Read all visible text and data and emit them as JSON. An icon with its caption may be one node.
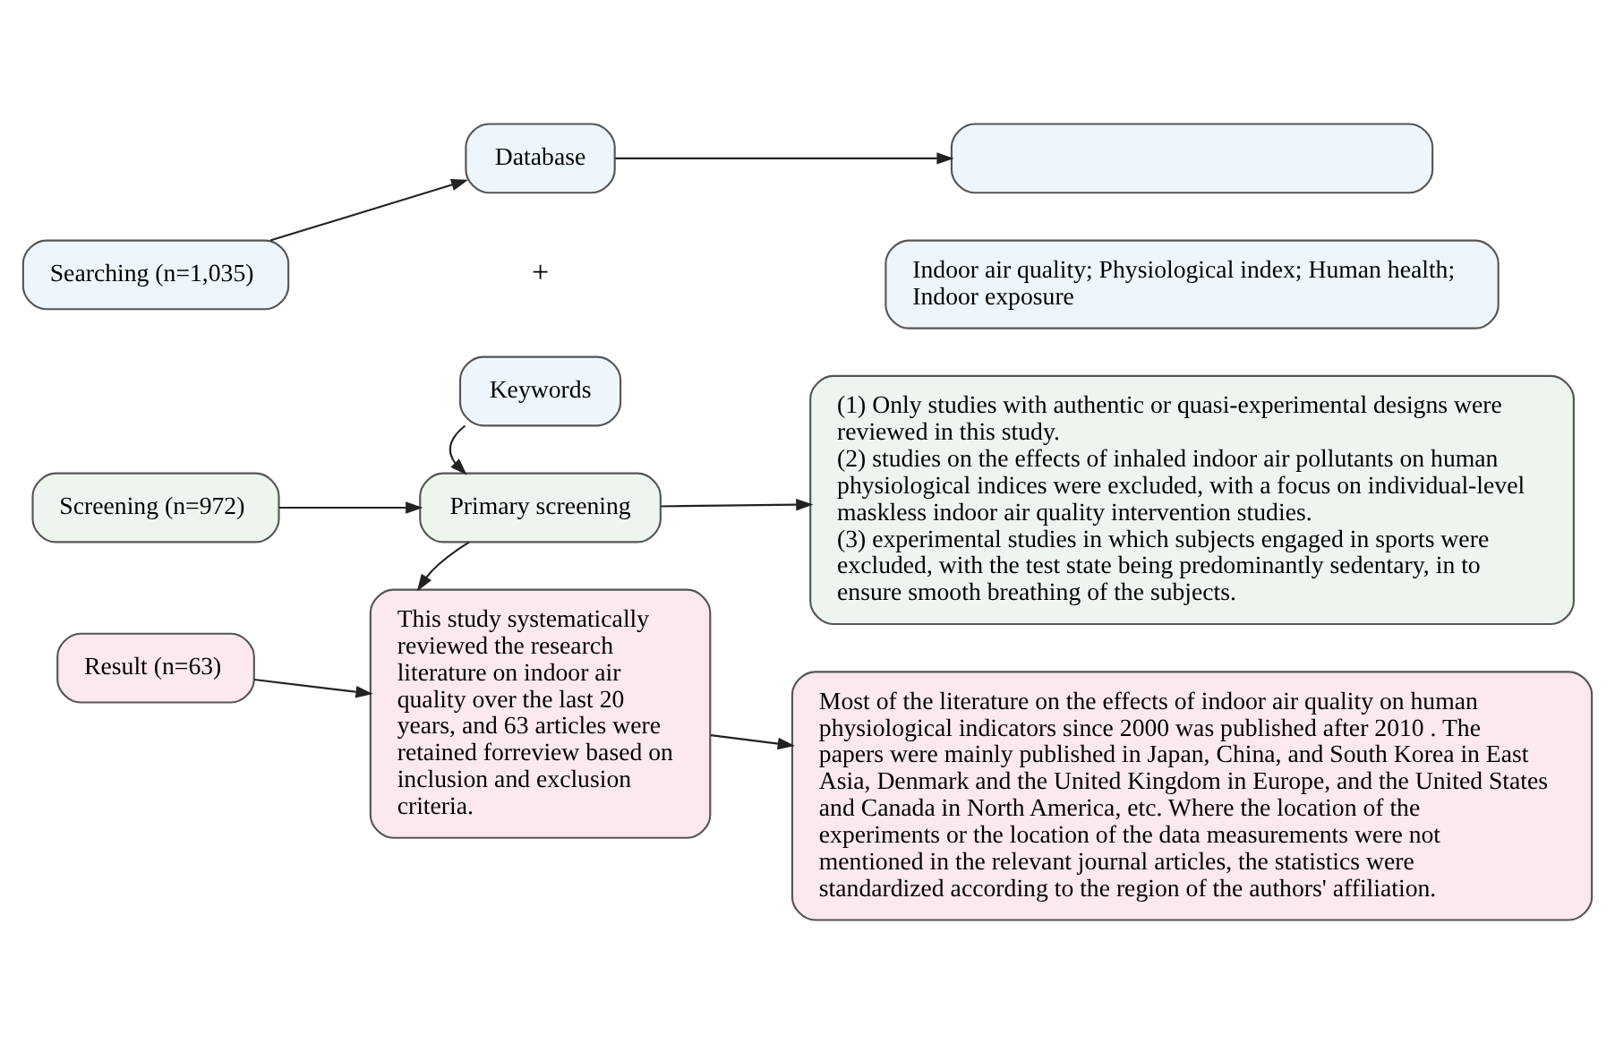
{
  "diagram": {
    "nodes": [
      {
        "text": [
          "Searching (n=1,035)"
        ]
      },
      {
        "text": [
          "Database"
        ]
      },
      {
        "text": [
          "Keywords"
        ]
      },
      {
        "text": [],
        "shape": "box"
      },
      {
        "text": [
          "Indoor air quality; Physiological index; Human health; Indoor exposure"
        ]
      },
      {
        "text": [
          "Screening (n=972)"
        ]
      },
      {
        "text": [
          "Primary screening"
        ]
      },
      {
        "text": [
          "(1) Only studies with authentic or quasi-experimental designs were reviewed in this study.",
          "(2) studies on the effects of inhaled indoor air pollutants on human physiological indices were excluded, with a focus on individual-level maskless indoor air quality intervention studies.",
          "(3) experimental studies in which subjects engaged in sports were excluded, with the test state being predominantly sedentary, in to ensure smooth breathing of the subjects."
        ]
      },
      {
        "text": [
          "Result (n=63)"
        ]
      },
      {
        "text": [
          "This study systematically reviewed the research literature on indoor air quality over the last 20 years, and 63 articles were retained forreview based on inclusion and exclusion criteria."
        ]
      },
      {
        "text": [
          "Most of the literature on the effects of indoor air quality on human physiological indicators since 2000 was published after 2010 . The papers were mainly published in Japan, China, and South Korea in East Asia, Denmark and the United Kingdom in Europe, and the United States and Canada in North America, etc. Where the location of the experiments or the location of the data measurements were not mentioned in the relevant journal articles, the statistics were standardized according to the region of the authors' affiliation."
        ]
      }
    ],
    "edges": [
      {
        "from": 0,
        "to": 1,
        "arrow": "to"
      },
      {
        "from": 1,
        "to": 3,
        "arrow": "to"
      },
      {
        "from": 2,
        "to": 6,
        "arrow": "to"
      },
      {
        "from": 5,
        "to": 6,
        "arrow": "to"
      },
      {
        "from": 6,
        "to": 7,
        "arrow": "to"
      },
      {
        "from": 6,
        "to": 9,
        "arrow": "to"
      },
      {
        "from": 8,
        "to": 9,
        "arrow": "to"
      },
      {
        "from": 9,
        "to": 10,
        "arrow": "to"
      }
    ],
    "labels": [
      "+"
    ]
  }
}
